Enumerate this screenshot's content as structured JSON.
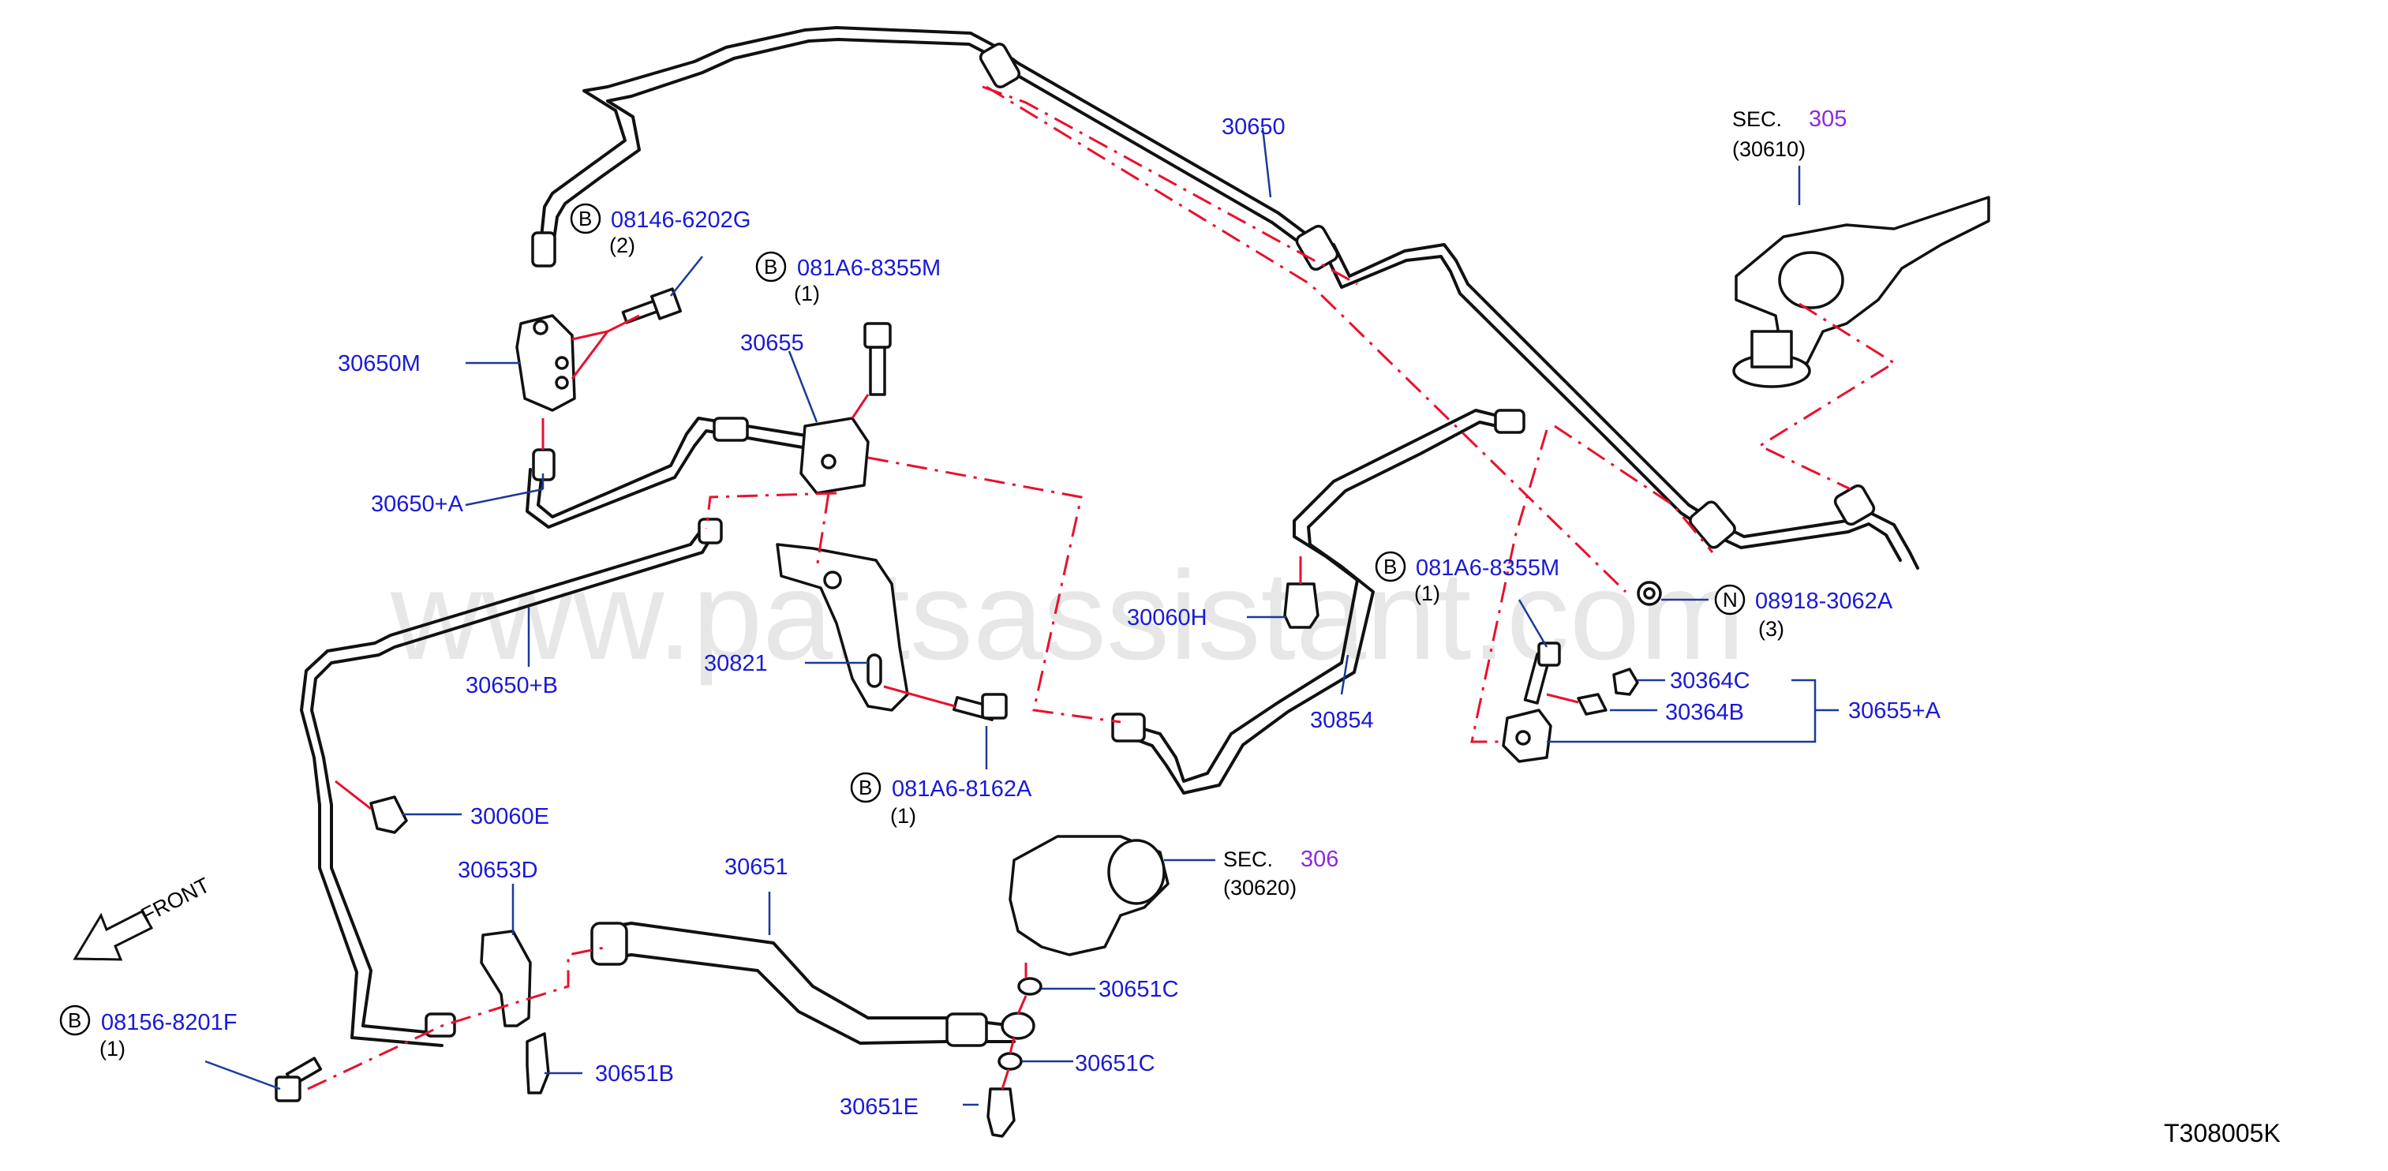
{
  "diagram_code": "T308005K",
  "watermark": "www.partsassistant.com",
  "front_label": "FRONT",
  "sec_refs": [
    {
      "prefix": "SEC.",
      "num": "305",
      "sub": "(30610)"
    },
    {
      "prefix": "SEC.",
      "num": "306",
      "sub": "(30620)"
    }
  ],
  "fasteners": [
    {
      "type": "B",
      "part": "08146-6202G",
      "qty": "(2)"
    },
    {
      "type": "B",
      "part": "081A6-8355M",
      "qty": "(1)"
    },
    {
      "type": "B",
      "part": "081A6-8355M",
      "qty": "(1)"
    },
    {
      "type": "B",
      "part": "081A6-8162A",
      "qty": "(1)"
    },
    {
      "type": "B",
      "part": "08156-8201F",
      "qty": "(1)"
    },
    {
      "type": "N",
      "part": "08918-3062A",
      "qty": "(3)"
    }
  ],
  "labels": {
    "p30650": "30650",
    "p30650M": "30650M",
    "p30655": "30655",
    "p30650A": "30650+A",
    "p30650B": "30650+B",
    "p30821": "30821",
    "p30060H": "30060H",
    "p30854": "30854",
    "p30060E": "30060E",
    "p30653D": "30653D",
    "p30651": "30651",
    "p30651B": "30651B",
    "p30651C1": "30651C",
    "p30651C2": "30651C",
    "p30651E": "30651E",
    "p30364C": "30364C",
    "p30364B": "30364B",
    "p30655A": "30655+A"
  }
}
